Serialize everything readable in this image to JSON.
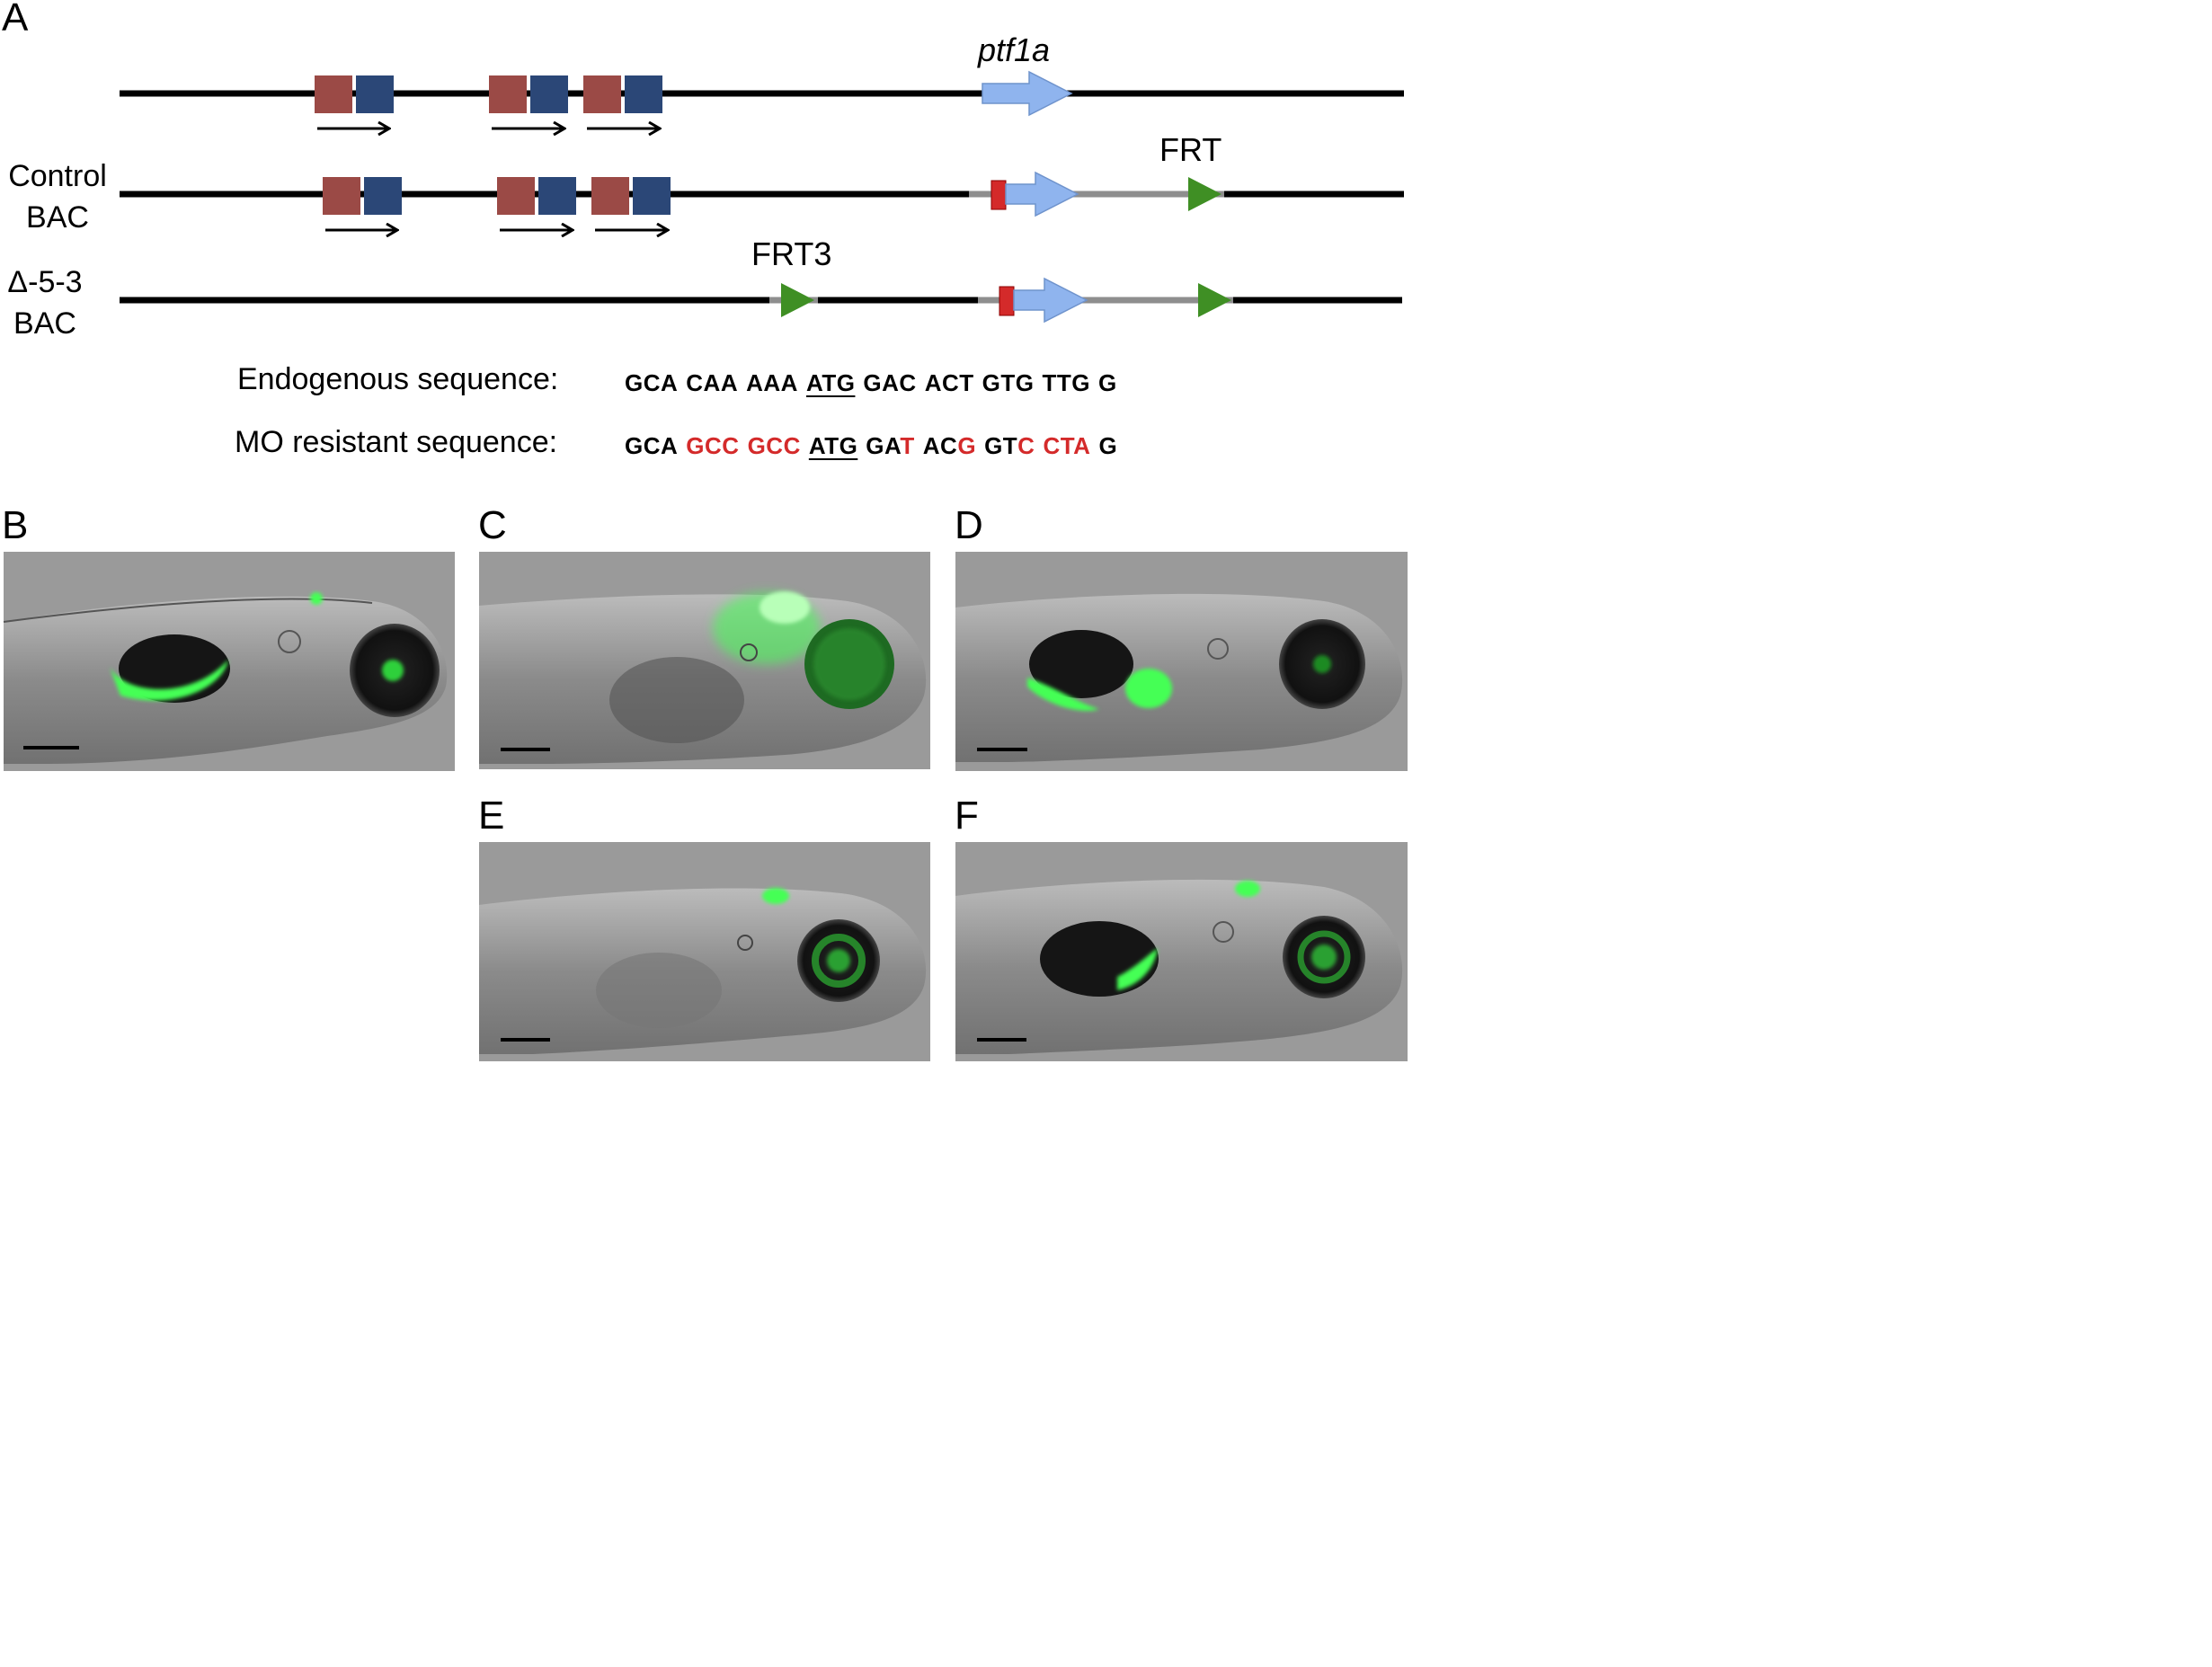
{
  "panel_a": {
    "letter": "A",
    "gene_label": "ptf1a",
    "rows": [
      {
        "label_line1": "",
        "label_line2": ""
      },
      {
        "label_line1": "Control",
        "label_line2": "BAC"
      },
      {
        "label_line1": "Δ-5-3",
        "label_line2": "BAC"
      }
    ],
    "frt_label": "FRT",
    "frt3_label": "FRT3",
    "endogenous": {
      "label": "Endogenous sequence:",
      "codons": [
        {
          "text": "GCA",
          "parts": [
            {
              "t": "GCA",
              "red": false
            }
          ]
        },
        {
          "text": "CAA",
          "parts": [
            {
              "t": "CAA",
              "red": false
            }
          ]
        },
        {
          "text": "AAA",
          "parts": [
            {
              "t": "AAA",
              "red": false
            }
          ]
        },
        {
          "text": "ATG",
          "underline": true,
          "parts": [
            {
              "t": "ATG",
              "red": false
            }
          ]
        },
        {
          "text": "GAC",
          "parts": [
            {
              "t": "GAC",
              "red": false
            }
          ]
        },
        {
          "text": "ACT",
          "parts": [
            {
              "t": "ACT",
              "red": false
            }
          ]
        },
        {
          "text": "GTG",
          "parts": [
            {
              "t": "GTG",
              "red": false
            }
          ]
        },
        {
          "text": "TTG",
          "parts": [
            {
              "t": "TTG",
              "red": false
            }
          ]
        },
        {
          "text": "G",
          "parts": [
            {
              "t": "G",
              "red": false
            }
          ]
        }
      ]
    },
    "mo_resistant": {
      "label": "MO resistant sequence:",
      "codons": [
        {
          "text": "GCA",
          "parts": [
            {
              "t": "GCA",
              "red": false
            }
          ]
        },
        {
          "text": "GCC",
          "parts": [
            {
              "t": "GCC",
              "red": true
            }
          ]
        },
        {
          "text": "GCC",
          "parts": [
            {
              "t": "GCC",
              "red": true
            }
          ]
        },
        {
          "text": "ATG",
          "underline": true,
          "parts": [
            {
              "t": "ATG",
              "red": false
            }
          ]
        },
        {
          "text": "GAT",
          "parts": [
            {
              "t": "GA",
              "red": false
            },
            {
              "t": "T",
              "red": true
            }
          ]
        },
        {
          "text": "ACG",
          "parts": [
            {
              "t": "AC",
              "red": false
            },
            {
              "t": "G",
              "red": true
            }
          ]
        },
        {
          "text": "GTC",
          "parts": [
            {
              "t": "GT",
              "red": false
            },
            {
              "t": "C",
              "red": true
            }
          ]
        },
        {
          "text": "CTA",
          "parts": [
            {
              "t": "CTA",
              "red": true
            }
          ]
        },
        {
          "text": "G",
          "parts": [
            {
              "t": "G",
              "red": false
            }
          ]
        }
      ]
    }
  },
  "panels": [
    {
      "letter": "B"
    },
    {
      "letter": "C"
    },
    {
      "letter": "D"
    },
    {
      "letter": "E"
    },
    {
      "letter": "F"
    }
  ],
  "colors": {
    "enhancer_red": "#9b4a46",
    "enhancer_blue": "#2b4777",
    "gene_arrow": "#8fb4ee",
    "frt_green": "#3f8f24",
    "tag_red": "#d42a2a",
    "gfp_green": "#44ff55",
    "image_bg": "#9a9a9a"
  }
}
